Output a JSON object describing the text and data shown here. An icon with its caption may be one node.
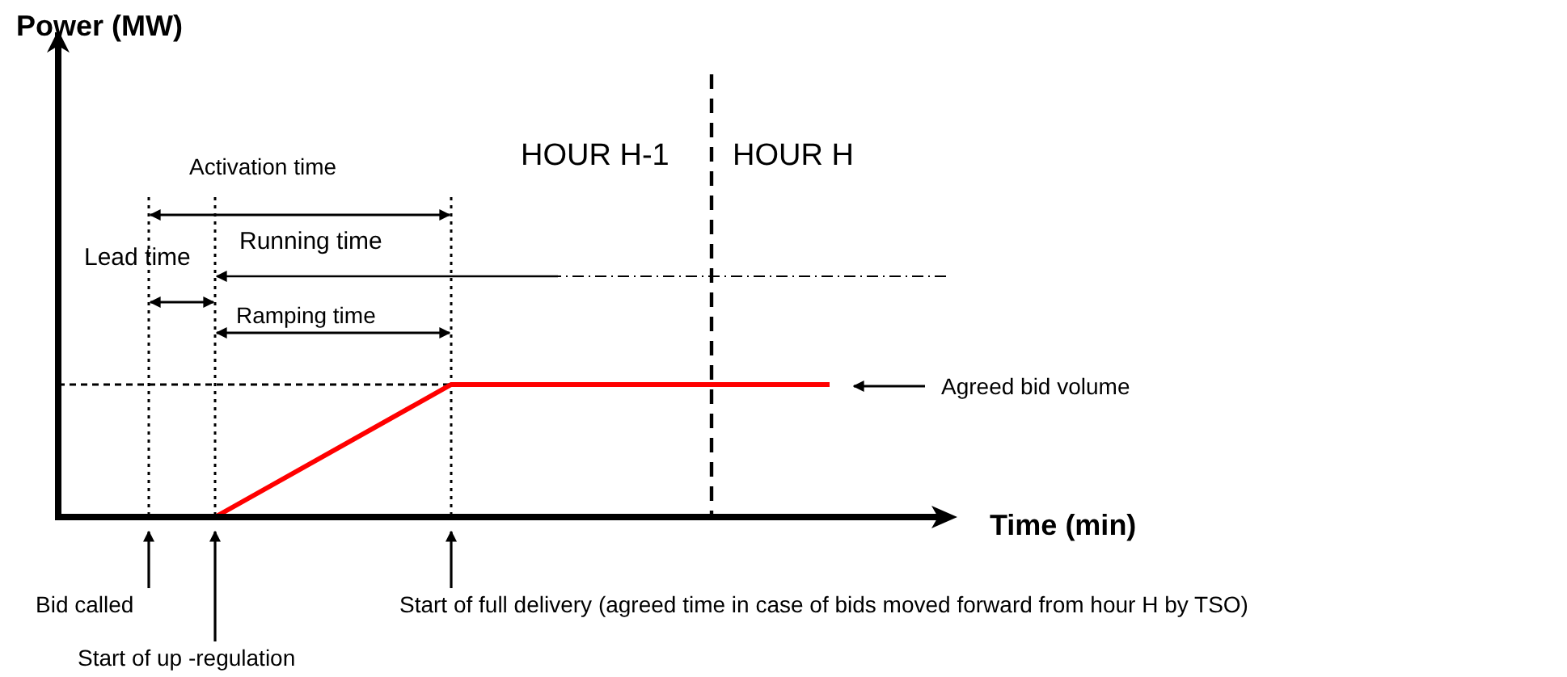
{
  "diagram": {
    "nodes": [
      {
        "text": [
          "Bid called"
        ]
      },
      {
        "text": [
          "Start of up -regulation"
        ]
      },
      {
        "text": [
          "Start of full delivery (agreed time in case of bids moved forward from hour H by TSO)"
        ]
      },
      {
        "text": [
          "Agreed bid volume"
        ]
      },
      {
        "text": [],
        "shape": "bar"
      }
    ],
    "edges": [
      {
        "from": 0,
        "to": 4,
        "arrow": "to"
      },
      {
        "from": 1,
        "to": 4,
        "arrow": "to"
      },
      {
        "from": 2,
        "to": 4,
        "arrow": "to"
      },
      {
        "from": 3,
        "to": null,
        "arrow": "to"
      }
    ],
    "labels": [
      "Power (MW)",
      "Activation time",
      "HOUR H-1",
      "HOUR H",
      "Running time",
      "Lead time",
      "Ramping time",
      "Time (min)"
    ]
  }
}
